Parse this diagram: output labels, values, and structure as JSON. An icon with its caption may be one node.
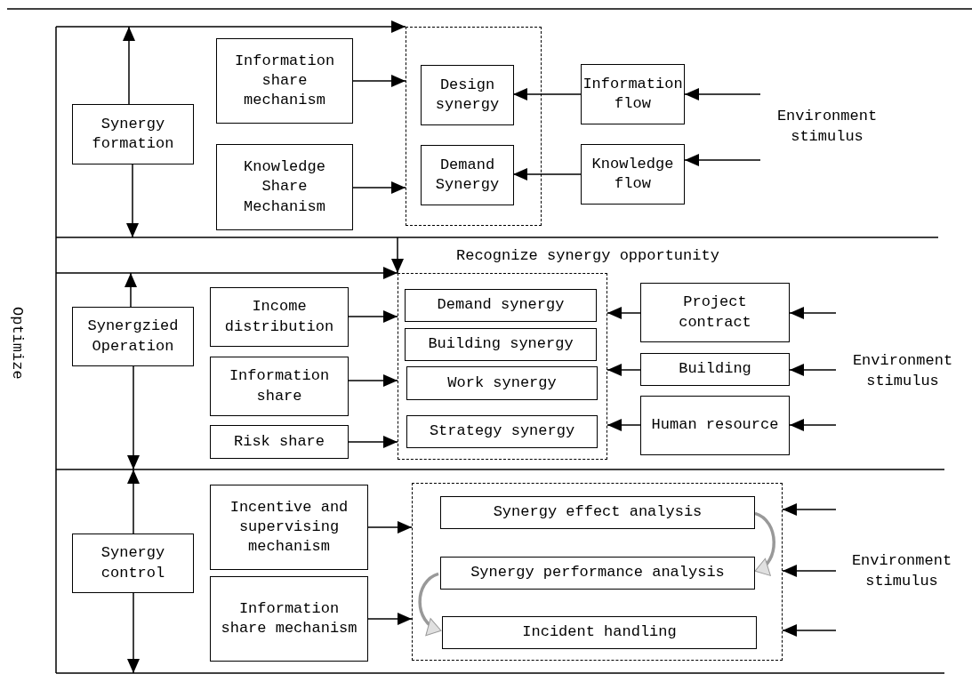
{
  "diagram": {
    "nodes": [
      {
        "text": [
          "Synergy formation"
        ]
      },
      {
        "text": [
          "Information share mechanism"
        ]
      },
      {
        "text": [
          "Knowledge Share Mechanism"
        ]
      },
      {
        "text": [],
        "shape": "box"
      },
      {
        "text": [
          "Design synergy"
        ],
        "in": 3
      },
      {
        "text": [
          "Demand Synergy"
        ],
        "in": 3
      },
      {
        "text": [
          "Information flow"
        ]
      },
      {
        "text": [
          "Knowledge flow"
        ]
      },
      {
        "text": [
          "Environment stimulus"
        ]
      },
      {
        "text": [
          "Synergzied Operation"
        ]
      },
      {
        "text": [
          "Income distribution"
        ]
      },
      {
        "text": [
          "Information share"
        ]
      },
      {
        "text": [
          "Risk share"
        ]
      },
      {
        "text": [],
        "shape": "box"
      },
      {
        "text": [
          "Demand synergy"
        ],
        "in": 13
      },
      {
        "text": [
          "Building synergy"
        ],
        "in": 13
      },
      {
        "text": [
          "Work synergy"
        ],
        "in": 13
      },
      {
        "text": [
          "Strategy synergy"
        ],
        "in": 13
      },
      {
        "text": [
          "Project contract"
        ]
      },
      {
        "text": [
          "Building"
        ]
      },
      {
        "text": [
          "Human resource"
        ]
      },
      {
        "text": [
          "Environment stimulus"
        ]
      },
      {
        "text": [
          "Synergy control"
        ]
      },
      {
        "text": [
          "Incentive and supervising mechanism"
        ]
      },
      {
        "text": [
          "Information share mechanism"
        ]
      },
      {
        "text": [],
        "shape": "box"
      },
      {
        "text": [
          "Synergy effect analysis"
        ],
        "in": 25
      },
      {
        "text": [
          "Synergy performance analysis"
        ],
        "in": 25
      },
      {
        "text": [
          "Incident handling"
        ],
        "in": 25
      },
      {
        "text": [
          "Environment stimulus"
        ]
      }
    ],
    "edges": [
      {
        "from": null,
        "to": 3,
        "arrow": "to"
      },
      {
        "from": 0,
        "to": null,
        "arrow": "to"
      },
      {
        "from": 0,
        "to": null,
        "arrow": "to"
      },
      {
        "from": 1,
        "to": 3,
        "arrow": "to"
      },
      {
        "from": 2,
        "to": 3,
        "arrow": "to"
      },
      {
        "from": 6,
        "to": 4,
        "arrow": "to"
      },
      {
        "from": 7,
        "to": 5,
        "arrow": "to"
      },
      {
        "from": 8,
        "to": 6,
        "arrow": "to"
      },
      {
        "from": 8,
        "to": 7,
        "arrow": "to"
      },
      {
        "from": null,
        "to": 13,
        "arrow": "to"
      },
      {
        "from": null,
        "to": 13,
        "arrow": "to"
      },
      {
        "from": 9,
        "to": null,
        "arrow": "to"
      },
      {
        "from": 9,
        "to": null,
        "arrow": "to"
      },
      {
        "from": 10,
        "to": 13,
        "arrow": "to"
      },
      {
        "from": 11,
        "to": 13,
        "arrow": "to"
      },
      {
        "from": 12,
        "to": 13,
        "arrow": "to"
      },
      {
        "from": 18,
        "to": 13,
        "arrow": "to"
      },
      {
        "from": 19,
        "to": 13,
        "arrow": "to"
      },
      {
        "from": 20,
        "to": 13,
        "arrow": "to"
      },
      {
        "from": 21,
        "to": 18,
        "arrow": "to"
      },
      {
        "from": 21,
        "to": 19,
        "arrow": "to"
      },
      {
        "from": 21,
        "to": 20,
        "arrow": "to"
      },
      {
        "from": 22,
        "to": null,
        "arrow": "to"
      },
      {
        "from": 22,
        "to": null,
        "arrow": "to"
      },
      {
        "from": 23,
        "to": 25,
        "arrow": "to"
      },
      {
        "from": 24,
        "to": 25,
        "arrow": "to"
      },
      {
        "from": 29,
        "to": 25,
        "arrow": "to"
      },
      {
        "from": 29,
        "to": 25,
        "arrow": "to"
      },
      {
        "from": 29,
        "to": 25,
        "arrow": "to"
      },
      {
        "from": 26,
        "to": 27,
        "arrow": "to",
        "style": "thick",
        "color": "#999999"
      },
      {
        "from": 27,
        "to": 28,
        "arrow": "to",
        "style": "thick",
        "color": "#999999"
      }
    ],
    "labels": [
      "Recognize synergy opportunity",
      "Optimize"
    ]
  }
}
